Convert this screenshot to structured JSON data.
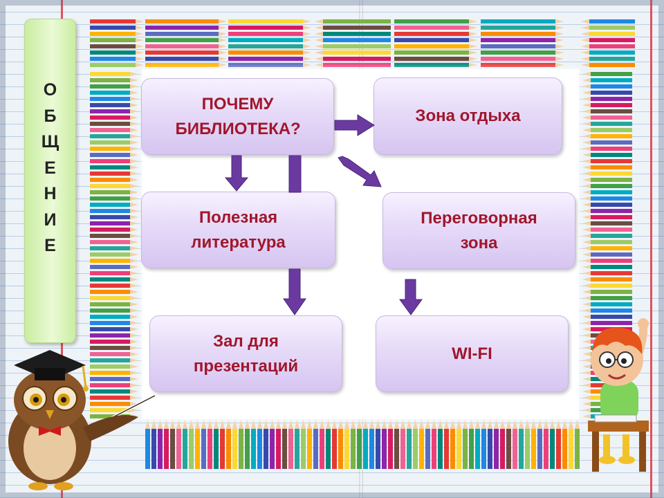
{
  "side_label": {
    "text": "ОБЩЕНИЕ"
  },
  "boxes": {
    "why_library": "ПОЧЕМУ БИБЛИОТЕКА?",
    "rest_zone": "Зона отдыха",
    "useful_literature": "Полезная литература",
    "meeting_zone": "Переговорная зона",
    "presentation_hall": "Зал для презентаций",
    "wifi": "WI-FI"
  },
  "colors": {
    "box_text": "#a0162c",
    "arrow": "#6b3aa0",
    "side_label_fill": "#d6f5b4"
  },
  "pencil_colors": [
    "#e53935",
    "#fb8c00",
    "#fdd835",
    "#7cb342",
    "#43a047",
    "#00acc1",
    "#1e88e5",
    "#3949ab",
    "#8e24aa",
    "#d81b60",
    "#6d4c41",
    "#f06292",
    "#26a69a",
    "#9ccc65",
    "#ffb300",
    "#5c6bc0",
    "#ec407a",
    "#00897b"
  ],
  "icons": [
    "owl-graduate-icon",
    "boy-raising-hand-icon"
  ]
}
